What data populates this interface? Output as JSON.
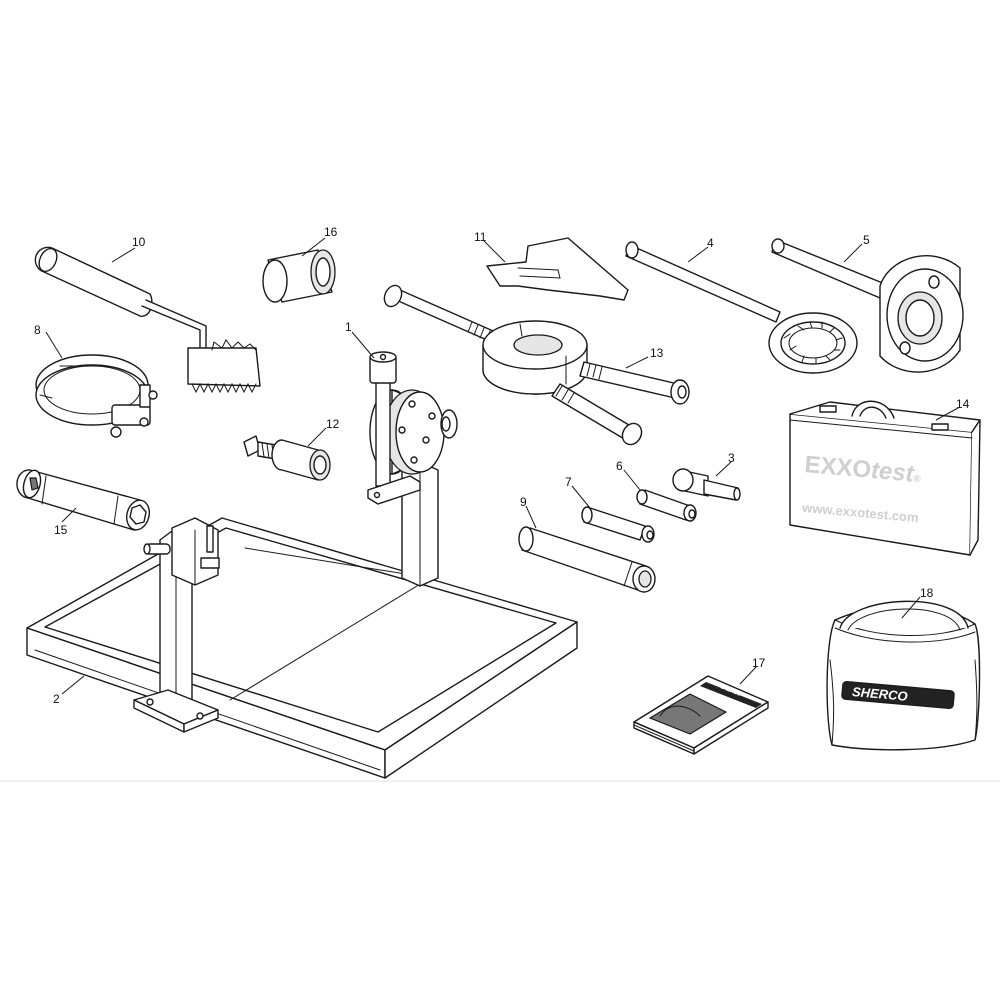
{
  "callouts": [
    {
      "label": "1"
    },
    {
      "label": "2"
    },
    {
      "label": "3"
    },
    {
      "label": "4"
    },
    {
      "label": "5"
    },
    {
      "label": "6"
    },
    {
      "label": "7"
    },
    {
      "label": "8"
    },
    {
      "label": "9"
    },
    {
      "label": "10"
    },
    {
      "label": "11"
    },
    {
      "label": "12"
    },
    {
      "label": "13"
    },
    {
      "label": "14"
    },
    {
      "label": "15"
    },
    {
      "label": "16"
    },
    {
      "label": "17"
    },
    {
      "label": "18"
    }
  ],
  "case": {
    "brand_prefix": "EXXO",
    "brand_suffix": "test",
    "registered": "®",
    "url": "www.exxotest.com"
  },
  "bag": {
    "brand": "SHERCO"
  },
  "manual": {
    "brand": "SHERCO"
  },
  "colors": {
    "line": "#1a1a1a",
    "case_text": "#cfcfcf",
    "divider": "#e0e0e0"
  }
}
